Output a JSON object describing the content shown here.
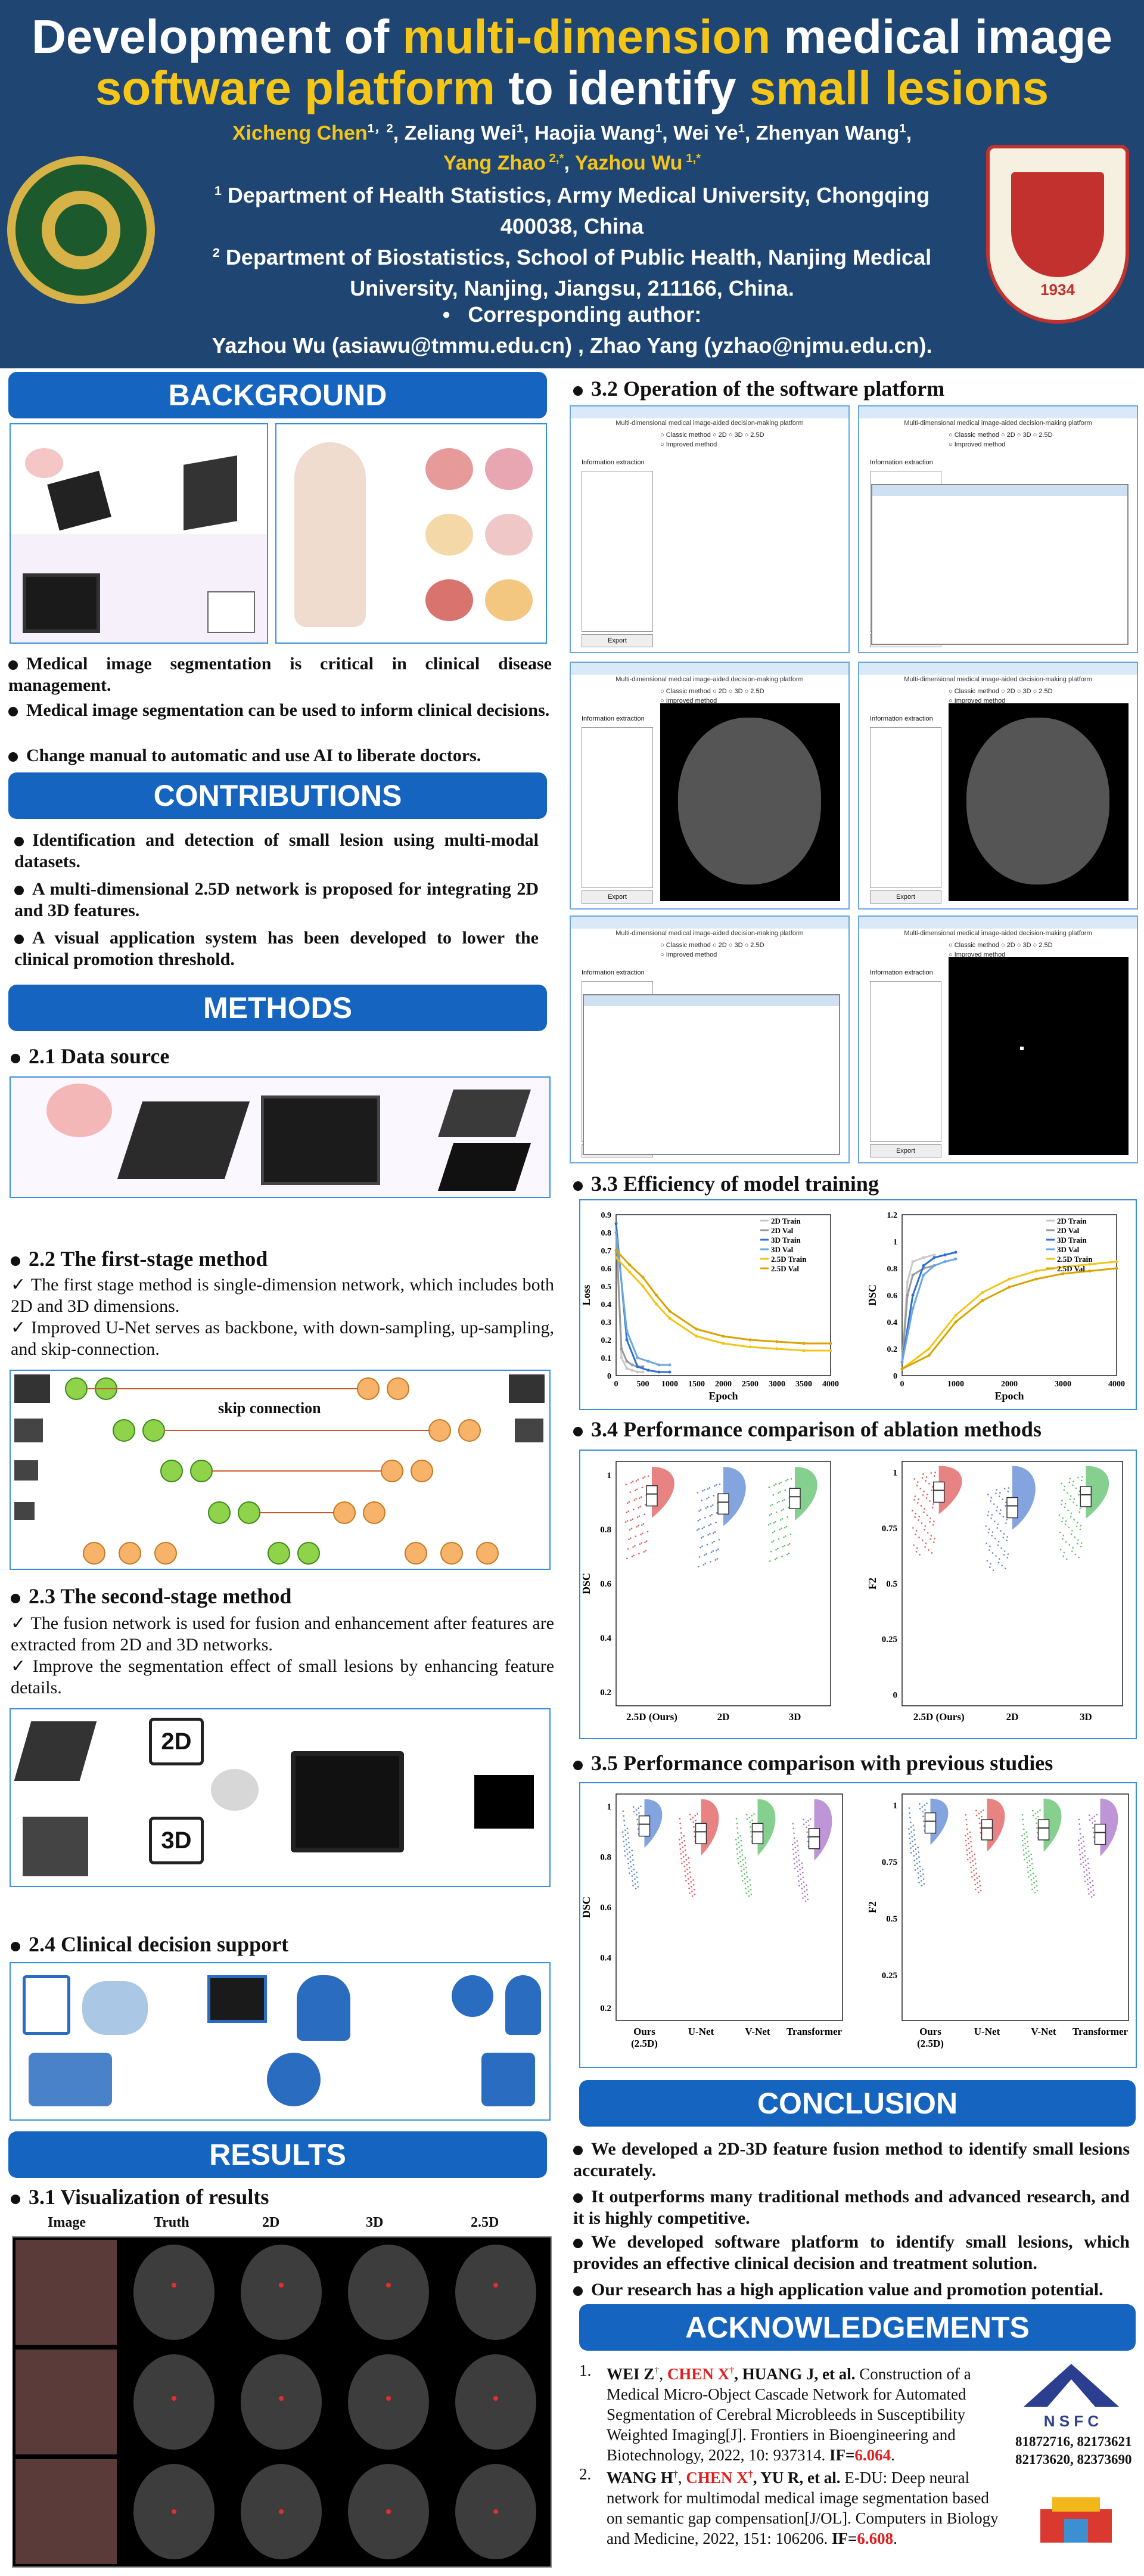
{
  "header": {
    "title_line1_part1": "Development of ",
    "title_line1_part2": "multi-dimension",
    "title_line1_part3": " medical image",
    "title_line2_part1": "software platform",
    "title_line2_part2": " to identify ",
    "title_line2_part3": "small lesions",
    "author1": "Xicheng Chen",
    "author1_sup": "1，2",
    "author2": ", Zeliang Wei",
    "author2_sup": "1",
    "author3": ", Haojia Wang",
    "author3_sup": "1",
    "author4": ", Wei Ye",
    "author4_sup": "1",
    "author5": ", Zhenyan Wang",
    "author5_sup": "1",
    "author5_tail": ",",
    "author6": "Yang Zhao",
    "author6_sup": " 2,*",
    "author7": "Yazhou Wu",
    "author7_sup": " 1,*",
    "aff1_sup": "1",
    "aff1": " Department of Health Statistics, Army Medical University, Chongqing 400038, China",
    "aff2_sup": "2",
    "aff2": " Department of Biostatistics, School of Public Health, Nanjing Medical University, Nanjing, Jiangsu, 211166, China.",
    "corr_bullet": "•",
    "corr_label": "Corresponding author:",
    "corr_line": "Yazhou Wu (asiawu@tmmu.edu.cn) , Zhao Yang (yzhao@njmu.edu.cn).",
    "right_logo_year": "1934"
  },
  "left": {
    "background": {
      "heading": "BACKGROUND",
      "bullets": [
        "Medical image segmentation is critical in clinical disease management.",
        "Medical image segmentation can be used to inform clinical decisions.",
        "Change manual to automatic and use AI to liberate doctors."
      ]
    },
    "contributions": {
      "heading": "CONTRIBUTIONS",
      "bullets": [
        "Identification and detection of small lesion using multi-modal datasets.",
        "A multi-dimensional 2.5D network is proposed for integrating 2D and 3D features.",
        "A visual application system has been developed to lower the clinical promotion threshold."
      ]
    },
    "methods": {
      "heading": "METHODS",
      "data_source": "2.1  Data source",
      "first_stage": "2.2  The first-stage method",
      "first_stage_points": [
        "The first stage method is single-dimension network, which includes both 2D and 3D dimensions.",
        "Improved U-Net serves as backbone, with down-sampling, up-sampling, and skip-connection."
      ],
      "skip_label": "skip connection",
      "second_stage": "2.3  The second-stage method",
      "second_stage_points": [
        "The fusion network is used for fusion and enhancement after features are extracted from 2D and 3D networks.",
        "Improve the segmentation effect of small lesions by enhancing feature details."
      ],
      "box_2d": "2D",
      "box_3d": "3D",
      "clinical": "2.4  Clinical decision support"
    },
    "results": {
      "heading": "RESULTS",
      "visualization": "3.1  Visualization of  results",
      "columns": [
        "Image",
        "Truth",
        "2D",
        "3D",
        "2.5D"
      ]
    }
  },
  "right": {
    "operation": "3.2  Operation of the software platform",
    "efficiency": "3.3  Efficiency of model training",
    "ablation": "3.4  Performance comparison of ablation methods",
    "previous": "3.5  Performance comparison with previous studies",
    "conclusion": {
      "heading": "CONCLUSION",
      "bullets": [
        "We developed a 2D-3D feature fusion method to identify small lesions accurately.",
        "It outperforms many traditional methods and advanced research, and it is highly competitive.",
        "We developed software platform to identify small lesions, which provides an effective clinical decision and treatment solution.",
        "Our research has a high application value and promotion potential."
      ]
    },
    "acknowledgements": {
      "heading": "ACKNOWLEDGEMENTS",
      "ref1_num": "1.",
      "ref1_a": "WEI Z",
      "ref1_b": "CHEN X",
      "ref1_c": ", HUANG J, et al.",
      "ref1_text": " Construction of a Medical Micro-Object Cascade Network for Automated Segmentation of Cerebral Microbleeds in Susceptibility Weighted Imaging[J]. Frontiers in Bioengineering and Biotechnology, 2022, 10: 937314. ",
      "ref1_if": "IF=",
      "ref1_ifv": "6.064",
      "ref2_num": "2.",
      "ref2_a": "WANG H",
      "ref2_b": "CHEN X",
      "ref2_c": ", YU R, et al.",
      "ref2_text": " E-DU: Deep neural network for multimodal medical image segmentation based on semantic gap compensation[J/OL]. Computers in Biology and Medicine, 2022, 151: 106206. ",
      "ref2_if": "IF=",
      "ref2_ifv": "6.608",
      "dagger": "†",
      "period": ".",
      "nsfc": "N S F C",
      "grants1": "81872716, 82173621",
      "grants2": "82173620, 82373690"
    }
  },
  "software_screens": {
    "title": "Multi-dimensional medical image-aided decision-making platform",
    "opt1": "Classic method",
    "opt2": "Improved method",
    "d2": "2D",
    "d3": "3D",
    "d25": "2.5D",
    "info": "Information extraction",
    "export": "Export"
  },
  "chart_data": [
    {
      "type": "line",
      "xlabel": "Epoch",
      "ylabel": "Loss",
      "xlim": [
        0,
        4000
      ],
      "ylim": [
        0,
        0.9
      ],
      "xticks": [
        0,
        500,
        1000,
        1500,
        2000,
        2500,
        3000,
        3500,
        4000
      ],
      "yticks": [
        0.0,
        0.1,
        0.2,
        0.3,
        0.4,
        0.5,
        0.6,
        0.7,
        0.8,
        0.9
      ],
      "legend_position": "top-right",
      "series": [
        {
          "name": "2D Train",
          "color": "#c9c9c9",
          "x": [
            0,
            100,
            200,
            300,
            400,
            500
          ],
          "y": [
            0.85,
            0.1,
            0.04,
            0.03,
            0.02,
            0.02
          ]
        },
        {
          "name": "2D Val",
          "color": "#9a9a9a",
          "x": [
            0,
            100,
            200,
            300,
            400,
            500
          ],
          "y": [
            0.8,
            0.15,
            0.08,
            0.06,
            0.05,
            0.05
          ]
        },
        {
          "name": "3D Train",
          "color": "#2f6fd0",
          "x": [
            0,
            200,
            400,
            600,
            800,
            1000
          ],
          "y": [
            0.85,
            0.2,
            0.05,
            0.03,
            0.02,
            0.02
          ]
        },
        {
          "name": "3D Val",
          "color": "#6aa7e0",
          "x": [
            0,
            200,
            400,
            600,
            800,
            1000
          ],
          "y": [
            0.8,
            0.25,
            0.1,
            0.08,
            0.06,
            0.06
          ]
        },
        {
          "name": "2.5D Train",
          "color": "#f2c417",
          "x": [
            0,
            250,
            500,
            750,
            1000,
            1500,
            2000,
            2500,
            3000,
            3500,
            4000
          ],
          "y": [
            0.66,
            0.58,
            0.5,
            0.4,
            0.32,
            0.22,
            0.18,
            0.16,
            0.15,
            0.14,
            0.14
          ]
        },
        {
          "name": "2.5D Val",
          "color": "#d9a300",
          "x": [
            0,
            250,
            500,
            750,
            1000,
            1500,
            2000,
            2500,
            3000,
            3500,
            4000
          ],
          "y": [
            0.7,
            0.62,
            0.55,
            0.45,
            0.36,
            0.26,
            0.22,
            0.2,
            0.19,
            0.18,
            0.18
          ]
        }
      ]
    },
    {
      "type": "line",
      "xlabel": "Epoch",
      "ylabel": "DSC",
      "xlim": [
        0,
        4000
      ],
      "ylim": [
        0,
        1.2
      ],
      "xticks": [
        0,
        1000,
        2000,
        3000,
        4000
      ],
      "yticks": [
        0.0,
        0.2,
        0.4,
        0.6,
        0.8,
        1.0,
        1.2
      ],
      "legend_position": "top-right",
      "series": [
        {
          "name": "2D Train",
          "color": "#c9c9c9",
          "x": [
            0,
            100,
            200,
            400,
            600
          ],
          "y": [
            0.1,
            0.7,
            0.85,
            0.88,
            0.9
          ]
        },
        {
          "name": "2D Val",
          "color": "#9a9a9a",
          "x": [
            0,
            100,
            200,
            400,
            600
          ],
          "y": [
            0.1,
            0.6,
            0.75,
            0.8,
            0.82
          ]
        },
        {
          "name": "3D Train",
          "color": "#2f6fd0",
          "x": [
            0,
            200,
            400,
            600,
            800,
            1000
          ],
          "y": [
            0.1,
            0.6,
            0.82,
            0.88,
            0.9,
            0.92
          ]
        },
        {
          "name": "3D Val",
          "color": "#6aa7e0",
          "x": [
            0,
            200,
            400,
            600,
            800,
            1000
          ],
          "y": [
            0.1,
            0.5,
            0.75,
            0.82,
            0.85,
            0.87
          ]
        },
        {
          "name": "2.5D Train",
          "color": "#f2c417",
          "x": [
            0,
            500,
            1000,
            1500,
            2000,
            2500,
            3000,
            3500,
            4000
          ],
          "y": [
            0.05,
            0.2,
            0.45,
            0.62,
            0.72,
            0.78,
            0.81,
            0.83,
            0.85
          ]
        },
        {
          "name": "2.5D Val",
          "color": "#d9a300",
          "x": [
            0,
            500,
            1000,
            1500,
            2000,
            2500,
            3000,
            3500,
            4000
          ],
          "y": [
            0.05,
            0.15,
            0.4,
            0.56,
            0.66,
            0.72,
            0.76,
            0.78,
            0.8
          ]
        }
      ]
    },
    {
      "type": "violin",
      "ylabel": "DSC",
      "yticks": [
        0.2,
        0.4,
        0.6,
        0.8,
        1.0
      ],
      "ylim": [
        0.15,
        1.05
      ],
      "categories": [
        "2.5D (Ours)",
        "2D",
        "3D"
      ],
      "colors": [
        "#e05a5a",
        "#5b86d6",
        "#5cbf6a"
      ],
      "medians": [
        0.93,
        0.9,
        0.92
      ]
    },
    {
      "type": "violin",
      "ylabel": "F2",
      "yticks": [
        0.0,
        0.25,
        0.5,
        0.75,
        1.0
      ],
      "ylim": [
        -0.05,
        1.05
      ],
      "categories": [
        "2.5D (Ours)",
        "2D",
        "3D"
      ],
      "colors": [
        "#e05a5a",
        "#5b86d6",
        "#5cbf6a"
      ],
      "medians": [
        0.92,
        0.85,
        0.9
      ]
    },
    {
      "type": "violin",
      "ylabel": "DSC",
      "yticks": [
        0.2,
        0.4,
        0.6,
        0.8,
        1.0
      ],
      "ylim": [
        0.15,
        1.05
      ],
      "categories": [
        "Ours (2.5D)",
        "U-Net",
        "V-Net",
        "Transformer"
      ],
      "colors": [
        "#5b86d6",
        "#e05a5a",
        "#5cbf6a",
        "#a872c8"
      ],
      "medians": [
        0.93,
        0.9,
        0.9,
        0.88
      ]
    },
    {
      "type": "violin",
      "ylabel": "F2",
      "yticks": [
        0.25,
        0.5,
        0.75,
        1.0
      ],
      "ylim": [
        0.05,
        1.05
      ],
      "categories": [
        "Ours (2.5D)",
        "U-Net",
        "V-Net",
        "Transformer"
      ],
      "colors": [
        "#5b86d6",
        "#e05a5a",
        "#5cbf6a",
        "#a872c8"
      ],
      "medians": [
        0.93,
        0.9,
        0.9,
        0.88
      ]
    }
  ]
}
